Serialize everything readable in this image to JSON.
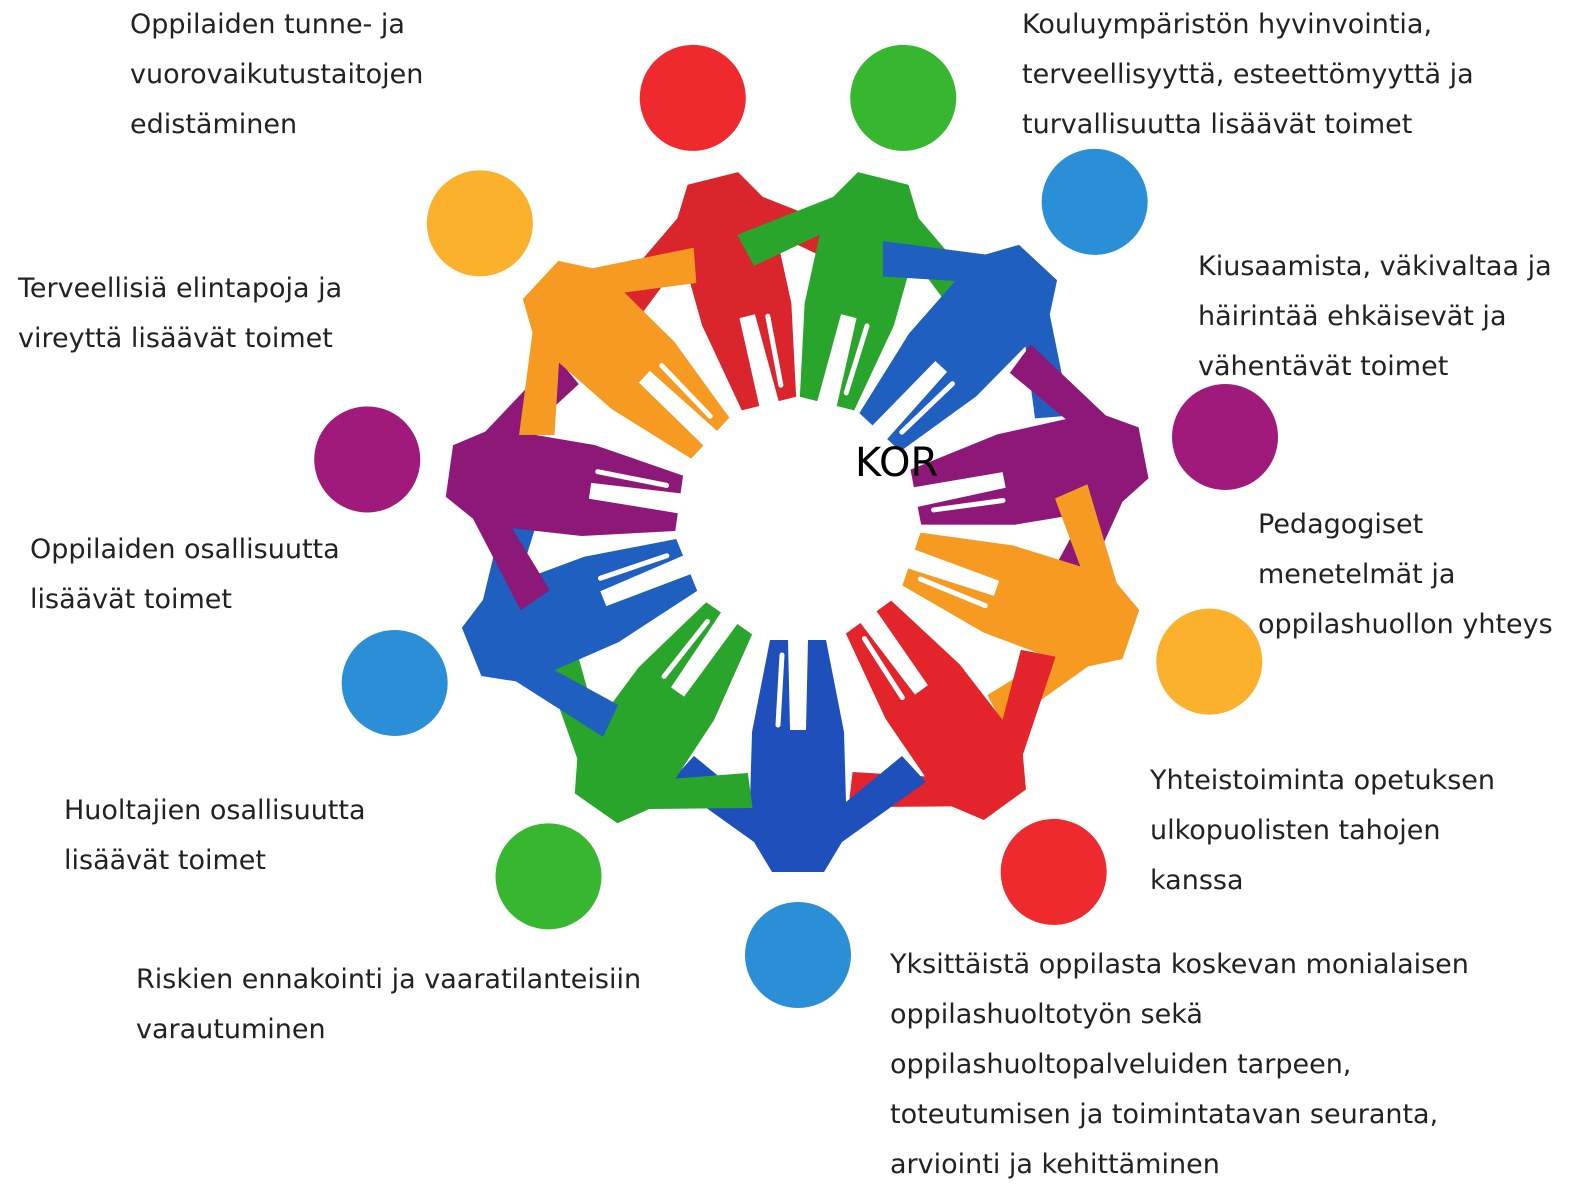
{
  "center_label": "KOR",
  "labels": {
    "tunne": "Oppilaiden tunne- ja\nvuorovaikutustaitojen\nedistäminen",
    "kouluymparisto": "Kouluympäristön hyvinvointia,\nterveellisyyttä, esteettömyyttä ja\nturvallisuutta lisäävät toimet",
    "elintavat": "Terveellisiä elintapoja ja\nvireyttä lisäävät toimet",
    "kiusaaminen": "Kiusaamista, väkivaltaa ja\nhäirintää ehkäisevät ja\nvähentävät toimet",
    "osallisuus_oppilaat": "Oppilaiden osallisuutta\nlisäävät toimet",
    "pedagogiset": "Pedagogiset\nmenetelmät ja\noppilashuollon yhteys",
    "huoltajat": "Huoltajien osallisuutta\nlisäävät toimet",
    "yhteistoiminta": "Yhteistoiminta opetuksen\nulkopuolisten tahojen\nkanssa",
    "riskit": "Riskien ennakointi ja vaaratilanteisiin\nvarautuminen",
    "yksittainen": "Yksittäistä oppilasta koskevan monialaisen\noppilashuoltotyön sekä\noppilashuoltopalveluiden tarpeen,\ntoteutumisen ja toimintatavan seuranta,\narviointi ja kehittäminen"
  },
  "figures": [
    {
      "name": "red-person",
      "angle": -14,
      "head": "#ee2a2f",
      "body": "#d9252b"
    },
    {
      "name": "green-person",
      "angle": 14,
      "head": "#36b72f",
      "body": "#2aa52c"
    },
    {
      "name": "blue-person",
      "angle": 43,
      "head": "#2b8fd8",
      "body": "#1f5fc0"
    },
    {
      "name": "purple-person",
      "angle": 79,
      "head": "#a01a7c",
      "body": "#8d1878"
    },
    {
      "name": "orange-person",
      "angle": 109,
      "head": "#fbb12b",
      "body": "#f69a22"
    },
    {
      "name": "red-person",
      "angle": 144,
      "head": "#ee2a2f",
      "body": "#e3242b"
    },
    {
      "name": "blue-person",
      "angle": 180,
      "head": "#2b8fd8",
      "body": "#1e4fbb"
    },
    {
      "name": "green-person",
      "angle": -145,
      "head": "#36b72f",
      "body": "#2aa52c"
    },
    {
      "name": "blue-person",
      "angle": -112,
      "head": "#2b8fd8",
      "body": "#1f5fc0"
    },
    {
      "name": "purple-person",
      "angle": -82,
      "head": "#a01a7c",
      "body": "#8d1878"
    },
    {
      "name": "orange-person",
      "angle": -47,
      "head": "#fbb12b",
      "body": "#f69a22"
    }
  ]
}
